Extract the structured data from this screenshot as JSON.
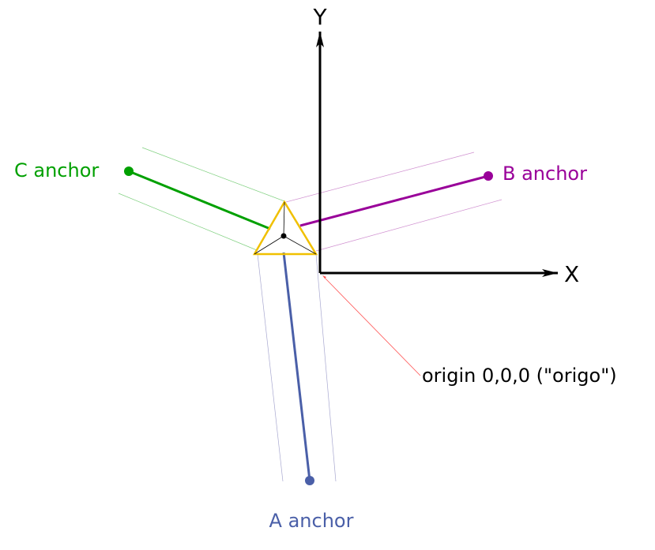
{
  "axes": {
    "x_label": "X",
    "y_label": "Y"
  },
  "anchors": {
    "a": {
      "label": "A anchor",
      "color": "#4a5fa8"
    },
    "b": {
      "label": "B anchor",
      "color": "#990099"
    },
    "c": {
      "label": "C anchor",
      "color": "#00a000"
    }
  },
  "origin": {
    "label": "origin 0,0,0 (\"origo\")",
    "pointer_color": "#ff5050"
  },
  "triangle": {
    "outline_color": "#f0c000"
  },
  "colors": {
    "axis": "#000000",
    "a_guide": "#a8a8d0",
    "b_guide": "#d090d0",
    "c_guide": "#80d080"
  }
}
